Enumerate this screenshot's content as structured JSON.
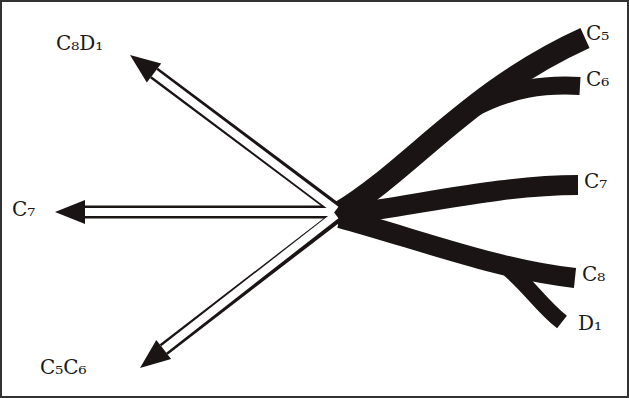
{
  "diagram": {
    "labels": [
      "C₈D₁",
      "C₇",
      "C₅C₆",
      "C₅",
      "C₆",
      "C₇",
      "C₈",
      "D₁"
    ]
  }
}
